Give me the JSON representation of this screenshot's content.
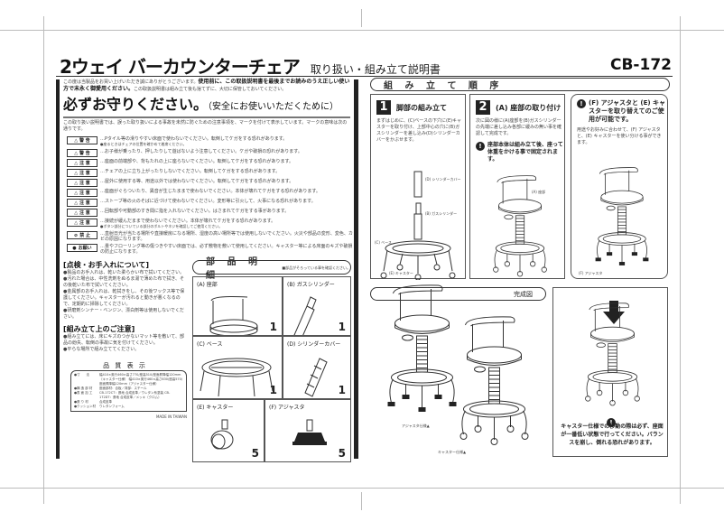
{
  "header": {
    "title": "2ウェイ バーカウンターチェア",
    "subtitle": "取り扱い・組み立て説明書",
    "model": "CB-172"
  },
  "intro": {
    "text": "この度は当製品をお買い上げいただき誠にありがとうございます。",
    "bold": "使用前に、この取扱説明書を最後までお読みのうえ正しい使い方で末永く御愛用ください。",
    "after": "この取扱説明書は組み立て後も捨てずに、大切に保管しておいてください。"
  },
  "safety": {
    "heading": "必ずお守りください。",
    "heading_sub": "（安全にお使いいただくために）",
    "desc": "この取り扱い説明書では、誤った取り扱いによる事故を未然に防ぐための注意事項を、マークを付けて表示しています。マークの意味は次の通りです。",
    "items": [
      {
        "label": "警 告",
        "text": "…Pタイル等の滑りやすい床面で使わないでください。転倒してケガをする恐れがあります。",
        "note": "●座るときはチェアの位置を確かめて着席ください。"
      },
      {
        "label": "警 告",
        "text": "…お子様が乗ったり、押したりして遊ばないよう注意してください。ケガや破損の恐れがあります。"
      },
      {
        "label": "注 意",
        "text": "…座面の前端部や、背もたれの上に座らないでください。転倒してケガをする恐れがあります。"
      },
      {
        "label": "注 意",
        "text": "…チェアの上に立ち上がったりしないでください。転倒してケガをする恐れがあります。"
      },
      {
        "label": "注 意",
        "text": "…屋外に使用する等、用途以外では使わないでください。転倒してケガをする恐れがあります。"
      },
      {
        "label": "注 意",
        "text": "…座面がぐらついたり、異音が生じたままで使わないでください。本体が壊れてケガをする恐れがあります。"
      },
      {
        "label": "注 意",
        "text": "…ストーブ等の火のそばに近づけて使わないでください。変形等に引火して、火事になる恐れがあります。"
      },
      {
        "label": "注 意",
        "text": "…回転部や可動部のすき間に指を入れないでください。はさまれてケガをする事があります。"
      },
      {
        "label": "注 意",
        "text": "…接続が緩んだままで使わないでください。本体が壊れてケガをする恐れがあります。",
        "note": "●ボタン部分についている部分のボルトやネジを確認してご使用ください。"
      },
      {
        "label": "禁 止",
        "text": "…直射日光が当たる場所や直接暖房になる場所、湿度の高い場所等では使用しないでください。火災や部品の変形、変色、カビの原因になります。"
      },
      {
        "label": "お願い",
        "text": "…畳やフローリング等の傷つきやすい床面では、必ず敷物を敷いて使用してください。キャスター等による床面のキズや破損の防止になります。"
      }
    ]
  },
  "care": {
    "heading": "[点検・お手入れについて]",
    "items": [
      "●製品のお手入れは、乾いた柔らかい布で拭いてください。",
      "●汚れた場合は、中性洗剤をぬるま湯で薄めた布で拭き、その後乾いた布で拭いてください。",
      "●金属部のお手入れは、乾拭きをし、その後ワックス等で保護してください。キャスターが汚れると動きが悪くなるので、定期的に掃除してください。",
      "●研磨剤シンナー・ベンジン、漂白剤等は使用しないでください。"
    ]
  },
  "assembly_notes": {
    "heading": "[組み立て上のご注意]",
    "items": [
      "●組み立てには、床にキズのつかないマット等を敷いて、部品の紛失、転倒の事故に気を付けてください。",
      "●平らな場所で組み立ててください。"
    ]
  },
  "quality": {
    "title": "品 質 表 示",
    "rows": [
      {
        "k": "●寸　　法",
        "v": "幅410×奥行460×高さ770/座高510/座面昇降幅120mm（キャスター仕様） 幅410×奥行460×高さ830/座高570/座面昇降幅120mm（アジャスター仕様）"
      },
      {
        "k": "●構 造 部 材",
        "v": "座面部材：合板／背部：スチール"
      },
      {
        "k": "●表 面 加 工",
        "v": "CB-172CT：張地 合成皮革／ウレタン系塗装 CB-172DT：張地 合成皮革／メッキ（クロム）"
      },
      {
        "k": "●張 り 材",
        "v": "合成皮革"
      },
      {
        "k": "●クッション材",
        "v": "ウレタンフォーム"
      }
    ],
    "origin": "MADE IN TAIWAN"
  },
  "parts": {
    "title": "部 品 明 細",
    "note": "■部品がそろっている事を確認ください。",
    "items": [
      {
        "name": "(A) 座部",
        "qty": "1"
      },
      {
        "name": "(B) ガスシリンダー",
        "qty": "1"
      },
      {
        "name": "(C) ベース",
        "qty": "1"
      },
      {
        "name": "(D) シリンダーカバー",
        "qty": "1"
      },
      {
        "name": "(E) キャスター",
        "qty": "5"
      },
      {
        "name": "(F) アジャスタ",
        "qty": "5"
      }
    ]
  },
  "steps": {
    "title": "組 み 立 て 順 序",
    "step1": {
      "num": "1",
      "title": "脚部の組み立て",
      "text": "まずはじめに、(C)ベースの下穴に(E)キャスターを取り付け、上部中心の穴に(B)ガスシリンダーを差し込み(D)シリンダーカバーをかぶせます。",
      "labels": [
        "(D) シリンダーカバー",
        "(B) ガスシリンダー",
        "(C) ベース",
        "(E) キャスター"
      ]
    },
    "step2": {
      "num": "2",
      "title": "(A) 座部の取り付け",
      "text": "次に図の様に(A)座部を(B)ガスシリンダーの先端に差し込み各部に緩みの無い事を確認して完成です。",
      "warn": "座部本体は組み立て後、座って体重をかける事で固定されます。",
      "label": "(A) 座部"
    },
    "step3": {
      "title": "(F) アジャスタと (E) キャスターを取り替えてのご使用が可能です。",
      "text": "用途やお好みに合わせて、(F) アジャスタと、(E) キャスターを使い分ける事ができます。",
      "label": "(F) アジャスタ"
    }
  },
  "complete": {
    "title": "完成図",
    "adjuster_label": "アジャスタ仕様▲",
    "caster_label": "キャスター仕様▲",
    "warning": "キャスター仕様での移動の際は必ず、座面が一番低い状態で行ってください。バランスを崩し、倒れる恐れがあります。"
  }
}
